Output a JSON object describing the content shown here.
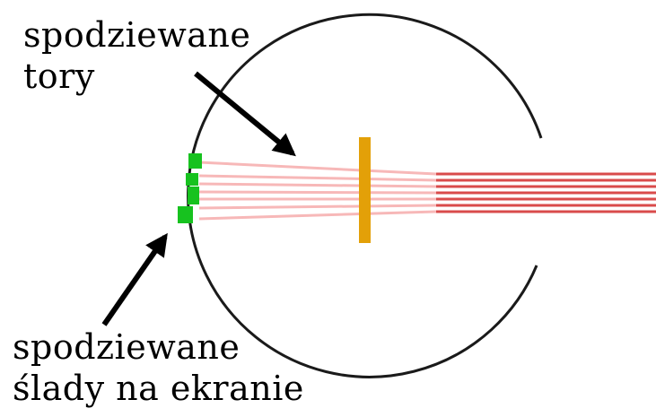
{
  "labels": {
    "expected_tracks": [
      "spodziewane",
      "tory"
    ],
    "expected_screen_marks": [
      "spodziewane",
      "ślady na ekranie"
    ]
  },
  "colors": {
    "background": "#ffffff",
    "screen_circle": "#1a1a1a",
    "beam_outside": "#d94b4b",
    "beam_inside": "#f7b8b8",
    "foil": "#e3a008",
    "hit_marks": "#17c21f",
    "arrows": "#000000"
  }
}
